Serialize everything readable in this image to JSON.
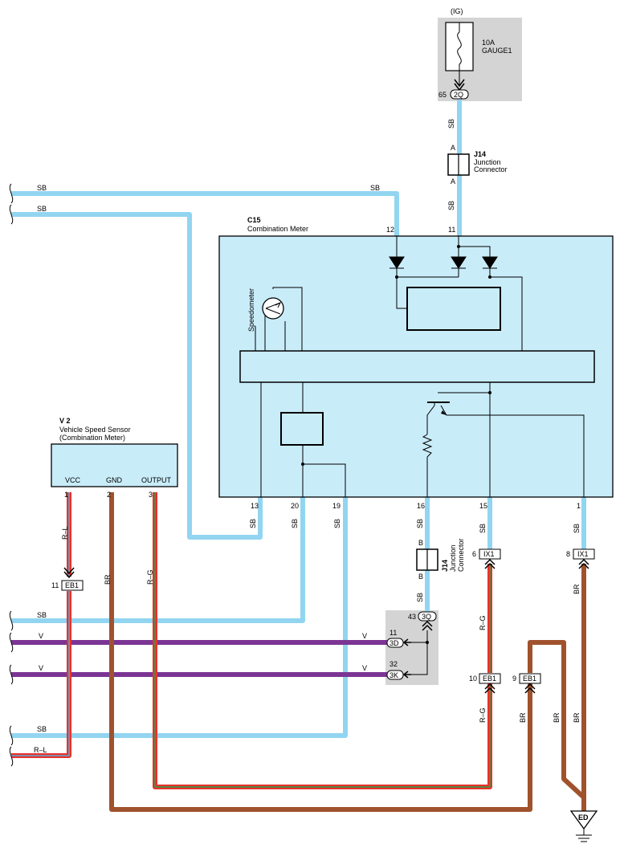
{
  "fuse": {
    "ig": "(IG)",
    "rating": "10A",
    "name": "GAUGE1",
    "pin": "65",
    "connector": "2Q"
  },
  "j14_top": {
    "id": "J14",
    "line1": "Junction",
    "line2": "Connector",
    "pin_a1": "A",
    "pin_a2": "A"
  },
  "j14_bottom": {
    "id": "J14",
    "line1": "Junction",
    "line2": "Connector",
    "pin_b1": "B",
    "pin_b2": "B"
  },
  "meter": {
    "id": "C15",
    "name": "Combination Meter",
    "speedometer": "Speedometer",
    "pin_12": "12",
    "pin_11": "11",
    "pin_13": "13",
    "pin_20": "20",
    "pin_19": "19",
    "pin_16": "16",
    "pin_15": "15",
    "pin_1": "1"
  },
  "sensor": {
    "id": "V 2",
    "name": "Vehicle Speed Sensor",
    "sub": "(Combination Meter)",
    "vcc": "VCC",
    "gnd": "GND",
    "output": "OUTPUT",
    "pin_1": "1",
    "pin_2": "2",
    "pin_3": "3"
  },
  "wire_labels": {
    "sb": "SB",
    "v": "V",
    "rl": "R–L",
    "rg": "R–G",
    "br": "BR"
  },
  "connectors": {
    "eb1_11": {
      "pin": "11",
      "name": "EB1"
    },
    "ix1_6": {
      "pin": "6",
      "name": "IX1"
    },
    "ix1_8": {
      "pin": "8",
      "name": "IX1"
    },
    "eb1_10": {
      "pin": "10",
      "name": "EB1"
    },
    "eb1_9": {
      "pin": "9",
      "name": "EB1"
    },
    "c3q": {
      "pin": "43",
      "name": "3Q"
    },
    "c3d": {
      "pin": "11",
      "name": "3D"
    },
    "c3k": {
      "pin": "32",
      "name": "3K"
    }
  },
  "ground": {
    "name": "ED"
  }
}
